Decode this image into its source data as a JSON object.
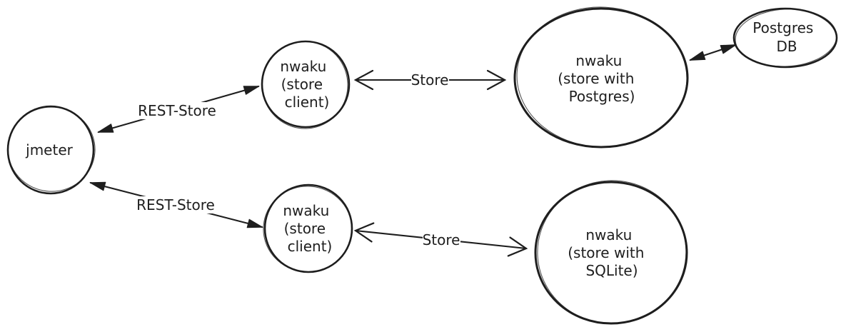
{
  "diagram": {
    "style": "hand-drawn-whiteboard",
    "background_color": "#ffffff",
    "stroke_color": "#1e1e1e",
    "nodes": [
      {
        "id": "jmeter",
        "shape": "circle",
        "lines": [
          "jmeter"
        ]
      },
      {
        "id": "nwaku-store-client-top",
        "shape": "circle",
        "lines": [
          "nwaku",
          "(store",
          "client)"
        ]
      },
      {
        "id": "nwaku-store-with-postgres",
        "shape": "ellipse",
        "lines": [
          "nwaku",
          "(store with",
          "Postgres)"
        ]
      },
      {
        "id": "postgres-db",
        "shape": "ellipse",
        "lines": [
          "Postgres",
          "DB"
        ]
      },
      {
        "id": "nwaku-store-client-bottom",
        "shape": "circle",
        "lines": [
          "nwaku",
          "(store",
          "client)"
        ]
      },
      {
        "id": "nwaku-store-with-sqlite",
        "shape": "circle",
        "lines": [
          "nwaku",
          "(store with",
          "SQLite)"
        ]
      }
    ],
    "edges": [
      {
        "id": "rest-store-top",
        "label": "REST-Store",
        "from": "jmeter",
        "to": "nwaku-store-client-top",
        "direction": "bidirectional",
        "arrowhead_style": "filled"
      },
      {
        "id": "store-top",
        "label": "Store",
        "from": "nwaku-store-client-top",
        "to": "nwaku-store-with-postgres",
        "direction": "bidirectional",
        "arrowhead_style": "chevron"
      },
      {
        "id": "postgres-db-link",
        "label": "",
        "from": "nwaku-store-with-postgres",
        "to": "postgres-db",
        "direction": "bidirectional",
        "arrowhead_style": "filled"
      },
      {
        "id": "rest-store-bottom",
        "label": "REST-Store",
        "from": "jmeter",
        "to": "nwaku-store-client-bottom",
        "direction": "bidirectional",
        "arrowhead_style": "filled"
      },
      {
        "id": "store-bottom",
        "label": "Store",
        "from": "nwaku-store-client-bottom",
        "to": "nwaku-store-with-sqlite",
        "direction": "bidirectional",
        "arrowhead_style": "chevron"
      }
    ]
  }
}
